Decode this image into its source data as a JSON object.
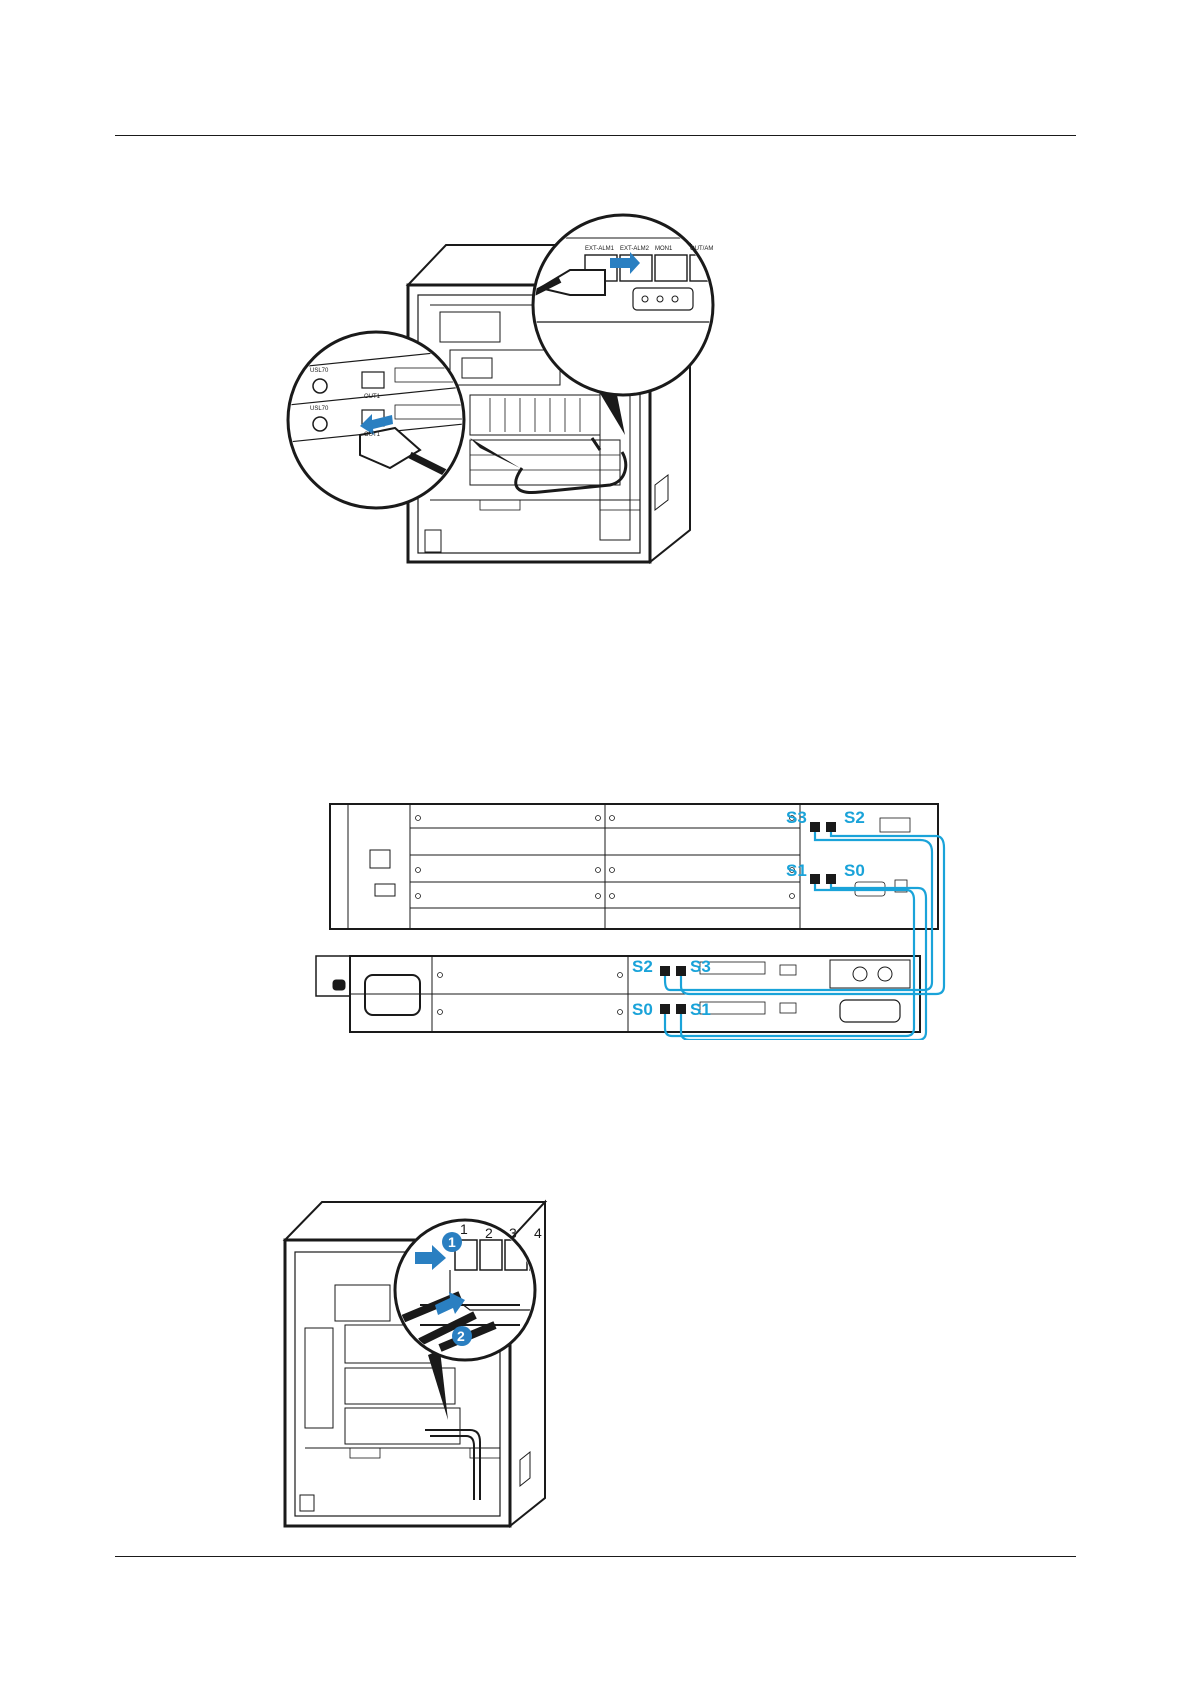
{
  "figure1": {
    "top_callout_labels": [
      "EXT-ALM1",
      "EXT-ALM2",
      "MON1",
      "OUT/AM"
    ],
    "left_callout_labels": [
      "USL70",
      "OUT1",
      "USL70",
      "OUT1"
    ]
  },
  "figure2": {
    "ports_top": [
      "S3",
      "S2",
      "S1",
      "S0"
    ],
    "ports_bottom": [
      "S2",
      "S3",
      "S0",
      "S1"
    ]
  },
  "figure3": {
    "slot_numbers": [
      "1",
      "2",
      "3",
      "4"
    ],
    "steps": [
      "1",
      "2"
    ]
  },
  "colors": {
    "accent": "#1aa3d9",
    "line": "#1a1a1a",
    "arrow": "#2a7fc1"
  }
}
